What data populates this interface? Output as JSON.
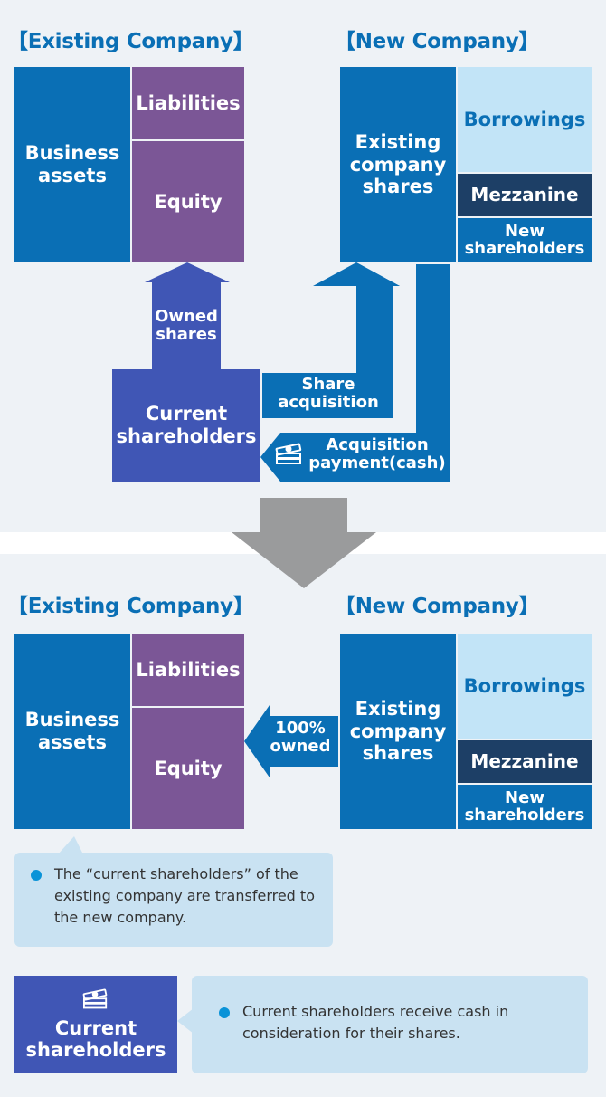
{
  "top": {
    "existing_heading": "【Existing Company】",
    "new_heading": "【New Company】",
    "business_assets": "Business assets",
    "liabilities": "Liabilities",
    "equity": "Equity",
    "existing_company_shares": "Existing company shares",
    "borrowings": "Borrowings",
    "mezzanine": "Mezzanine",
    "new_shareholders": "New shareholders",
    "owned_shares": "Owned shares",
    "current_shareholders": "Current shareholders",
    "share_acquisition": "Share acquisition",
    "acquisition_payment": "Acquisition payment(cash)"
  },
  "bottom": {
    "existing_heading": "【Existing Company】",
    "new_heading": "【New Company】",
    "business_assets": "Business assets",
    "liabilities": "Liabilities",
    "equity": "Equity",
    "existing_company_shares": "Existing company shares",
    "borrowings": "Borrowings",
    "mezzanine": "Mezzanine",
    "new_shareholders": "New shareholders",
    "owned_label": "100% owned",
    "note_transfer": "The “current shareholders” of the existing company are transferred to the new company.",
    "current_shareholders": "Current shareholders",
    "note_cash": "Current shareholders receive cash in consideration for their shares."
  },
  "icons": [
    "cash-stack-icon",
    "transition-arrow-icon",
    "bullet-dot-icon"
  ],
  "colors": {
    "blue": "#0a6fb5",
    "purple": "#7b5696",
    "light_blue": "#c2e4f7",
    "navy": "#1d3f66",
    "indigo": "#4056b5",
    "panel": "#eef2f6",
    "note": "#c9e2f2",
    "gray_arrow": "#9a9b9c"
  }
}
